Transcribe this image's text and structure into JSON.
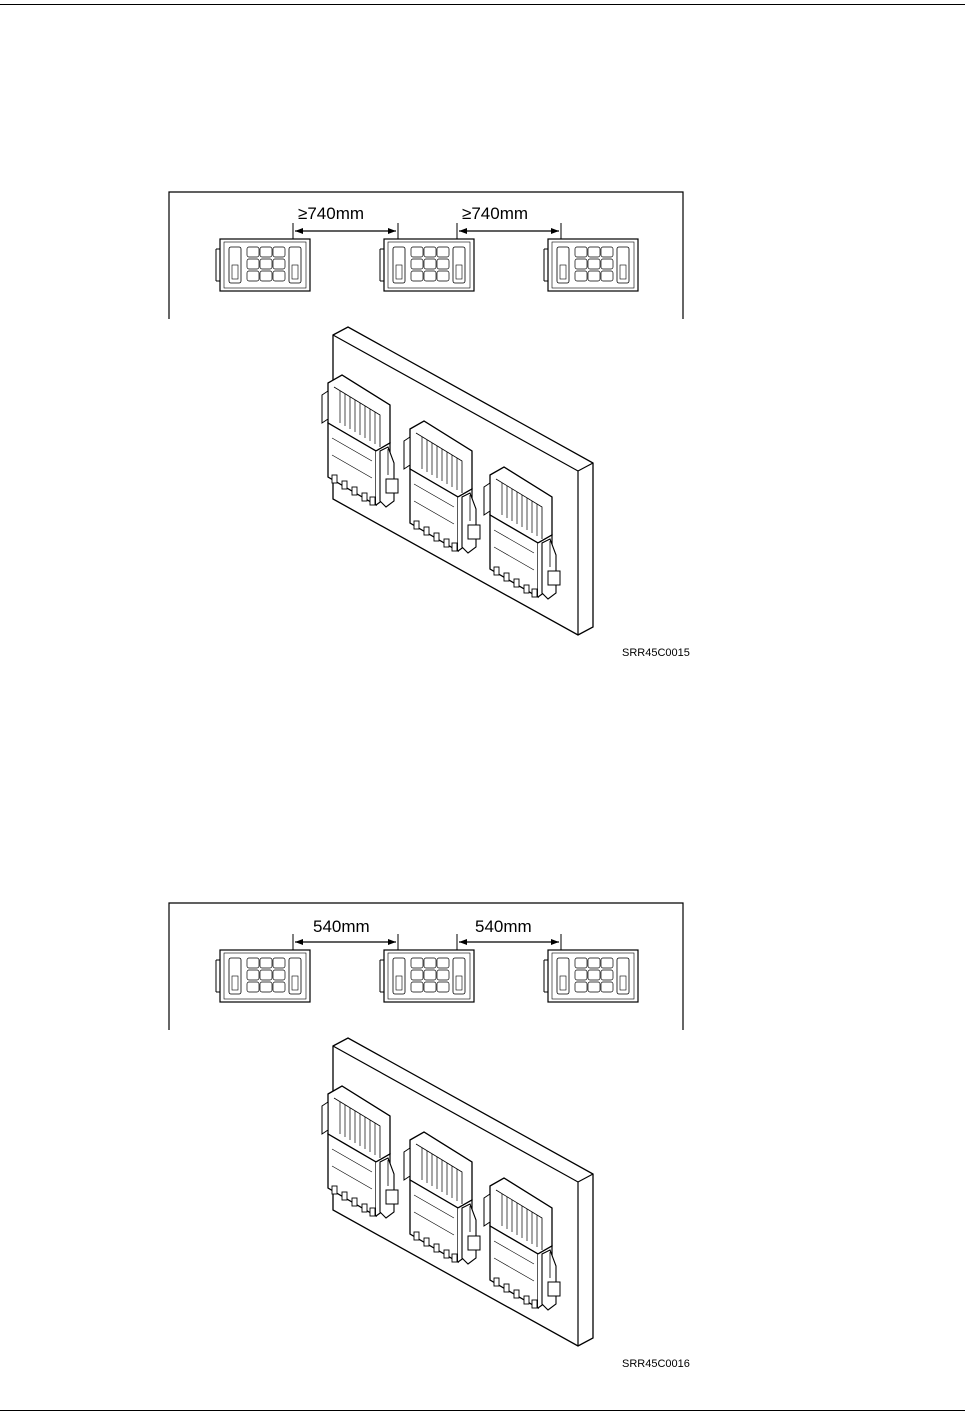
{
  "figures": [
    {
      "dim_left": "≥740mm",
      "dim_right": "≥740mm",
      "code": "SRR45C0015"
    },
    {
      "dim_left": "540mm",
      "dim_right": "540mm",
      "code": "SRR45C0016"
    }
  ]
}
